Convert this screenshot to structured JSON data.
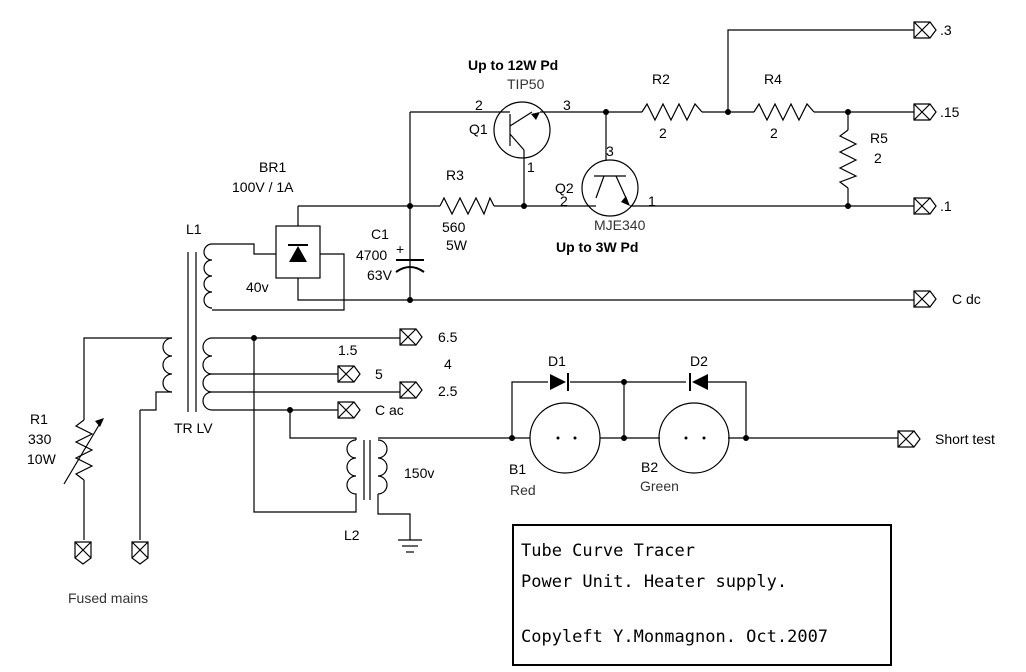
{
  "components": {
    "q1": {
      "ref": "Q1",
      "part": "TIP50",
      "note": "Up to 12W Pd",
      "pin_b": "2",
      "pin_c": "3",
      "pin_e": "1"
    },
    "q2": {
      "ref": "Q2",
      "part": "MJE340",
      "note": "Up to 3W Pd",
      "pin_b": "2",
      "pin_c": "3",
      "pin_e": "1"
    },
    "r2": {
      "ref": "R2",
      "value": "2"
    },
    "r4": {
      "ref": "R4",
      "value": "2"
    },
    "r5": {
      "ref": "R5",
      "value": "2"
    },
    "r3": {
      "ref": "R3",
      "value": "560",
      "power": "5W"
    },
    "br1": {
      "ref": "BR1",
      "rating": "100V / 1A"
    },
    "c1": {
      "ref": "C1",
      "value": "4700",
      "voltage": "63V"
    },
    "l1": {
      "ref": "L1",
      "winding": "40v"
    },
    "l2": {
      "ref": "L2",
      "winding": "150v"
    },
    "tr": {
      "label": "TR LV",
      "tap_1_5": "1.5",
      "tap_4": "4"
    },
    "r1": {
      "ref": "R1",
      "value": "330",
      "power": "10W"
    },
    "d1": {
      "ref": "D1"
    },
    "d2": {
      "ref": "D2"
    },
    "b1": {
      "ref": "B1",
      "color": "Red"
    },
    "b2": {
      "ref": "B2",
      "color": "Green"
    }
  },
  "terminals": {
    "t3": ".3",
    "t15": ".15",
    "t1": ".1",
    "cdc": "C dc",
    "v65": "6.5",
    "v5": "5",
    "v25": "2.5",
    "cac": "C ac",
    "short": "Short test",
    "mains": "Fused mains"
  },
  "title_block": {
    "line1": "Tube Curve Tracer",
    "line2": "Power Unit. Heater supply.",
    "line3": "Copyleft Y.Monmagnon. Oct.2007"
  }
}
